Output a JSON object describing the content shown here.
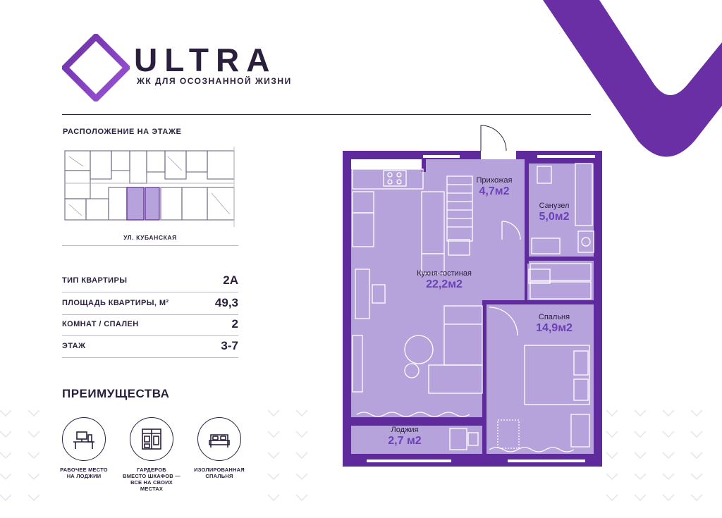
{
  "brand": {
    "name": "ULTRA",
    "tagline": "ЖК ДЛЯ ОСОЗНАННОЙ ЖИЗНИ",
    "accent_color": "#6b2fa5",
    "dark_color": "#2a1f3d",
    "plan_fill": "#b7a3dc",
    "wall_color": "#5e2a9c"
  },
  "location": {
    "title": "РАСПОЛОЖЕНИЕ НА ЭТАЖЕ",
    "street": "УЛ. КУБАНСКАЯ"
  },
  "specs": [
    {
      "label": "ТИП КВАРТИРЫ",
      "value": "2А"
    },
    {
      "label": "ПЛОЩАДЬ КВАРТИРЫ, М²",
      "value": "49,3"
    },
    {
      "label": "КОМНАТ / СПАЛЕН",
      "value": "2"
    },
    {
      "label": "ЭТАЖ",
      "value": "3-7"
    }
  ],
  "advantages": {
    "title": "ПРЕИМУЩЕСТВА",
    "items": [
      {
        "icon": "workplace-icon",
        "line1": "РАБОЧЕЕ МЕСТО",
        "line2": "НА ЛОДЖИИ",
        "line3": ""
      },
      {
        "icon": "wardrobe-icon",
        "line1": "ГАРДЕРОБ",
        "line2": "ВМЕСТО ШКАФОВ —",
        "line3": "ВСЕ НА СВОИХ МЕСТАХ"
      },
      {
        "icon": "bed-icon",
        "line1": "ИЗОЛИРОВАННАЯ",
        "line2": "СПАЛЬНЯ",
        "line3": ""
      }
    ]
  },
  "rooms": {
    "hall": {
      "name": "Прихожая",
      "area": "4,7м2"
    },
    "bath": {
      "name": "Санузел",
      "area": "5,0м2"
    },
    "living": {
      "name": "Кухня-гостиная",
      "area": "22,2м2"
    },
    "bedroom": {
      "name": "Спальня",
      "area": "14,9м2"
    },
    "loggia": {
      "name": "Лоджия",
      "area": "2,7 м2"
    }
  }
}
